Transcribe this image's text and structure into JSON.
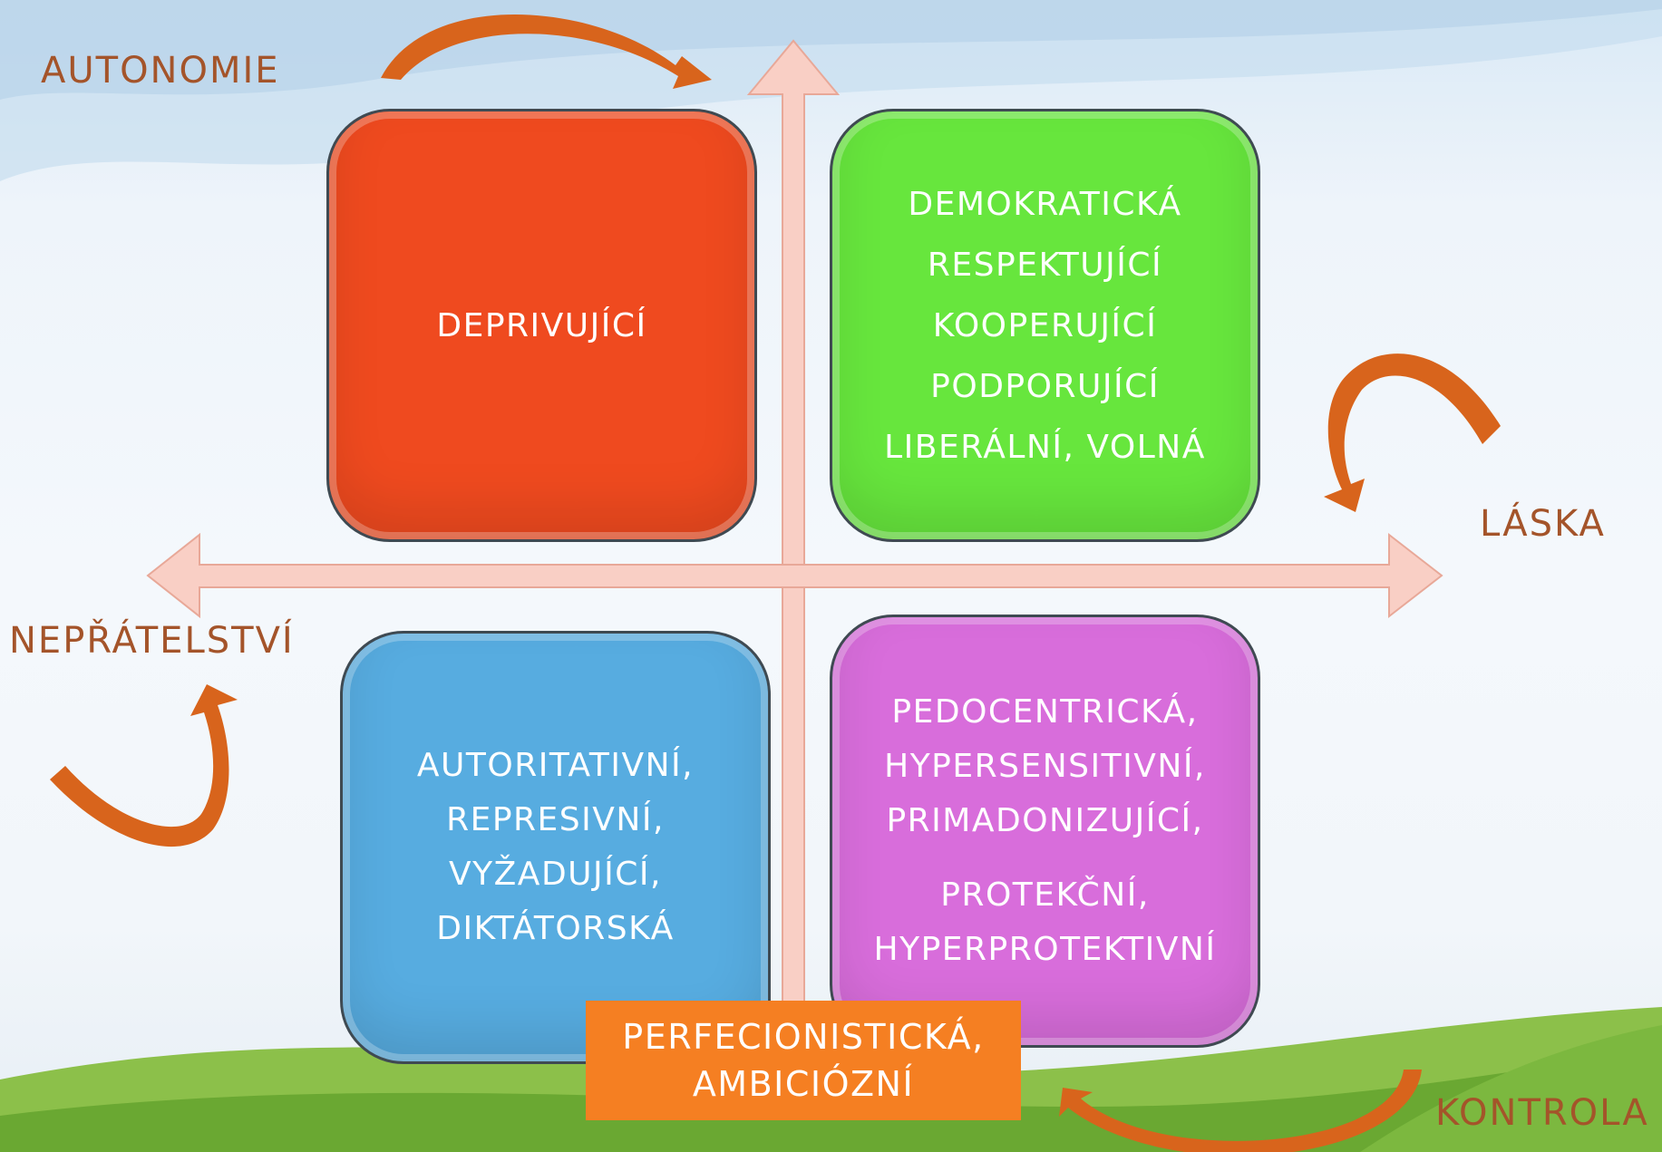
{
  "axes": {
    "top": "AUTONOMIE",
    "right": "LÁSKA",
    "left": "NEPŘÁTELSTVÍ",
    "bottom": "KONTROLA"
  },
  "quadrants": {
    "top_left": {
      "lines": [
        "DEPRIVUJÍCÍ"
      ],
      "color": "#ef4a1f"
    },
    "top_right": {
      "lines": [
        "DEMOKRATICKÁ",
        "RESPEKTUJÍCÍ",
        "KOOPERUJÍCÍ",
        "PODPORUJÍCÍ",
        "LIBERÁLNÍ, VOLNÁ"
      ],
      "color": "#67e63d"
    },
    "bottom_left": {
      "lines": [
        "AUTORITATIVNÍ,",
        "REPRESIVNÍ,",
        "VYŽADUJÍCÍ,",
        "DIKTÁTORSKÁ"
      ],
      "color": "#57ace0"
    },
    "bottom_right": {
      "lines": [
        "PEDOCENTRICKÁ,",
        "HYPERSENSITIVNÍ,",
        "PRIMADONIZUJÍCÍ,",
        "PROTEKČNÍ,",
        "HYPERPROTEKTIVNÍ"
      ],
      "color": "#d86ddb"
    }
  },
  "center": {
    "lines": [
      "PERFECIONISTICKÁ,",
      "AMBICIÓZNÍ"
    ],
    "color": "#f57f22"
  },
  "colors": {
    "axis_fill": "#f9cfc5",
    "axis_stroke": "#e8a898",
    "label_text": "#a4542a",
    "curl_arrow": "#d8641c"
  }
}
